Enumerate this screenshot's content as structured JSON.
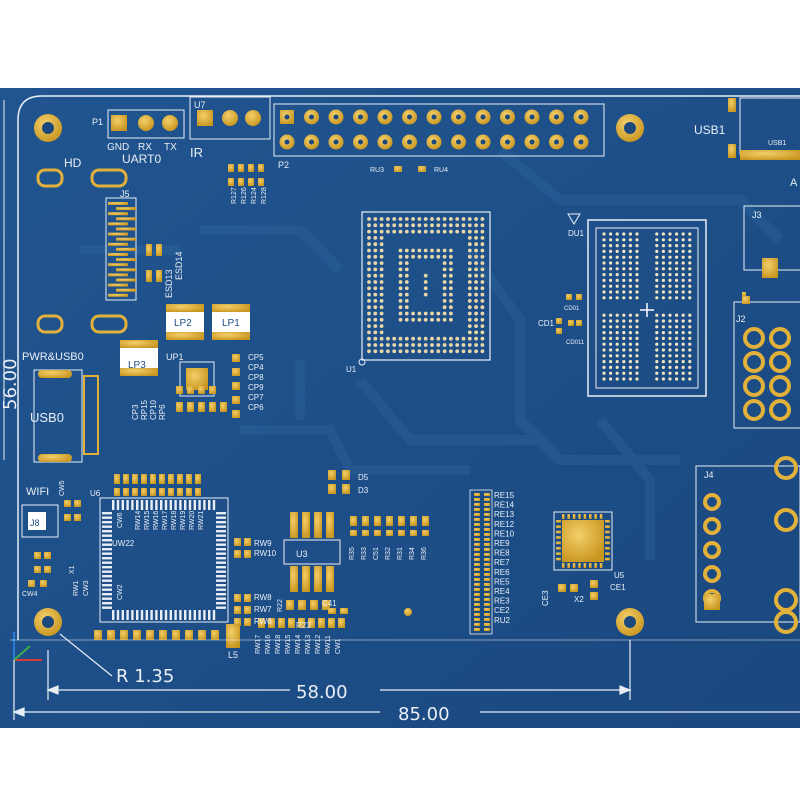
{
  "board": {
    "colors": {
      "soldermask": "#1e4f88",
      "soldermask_dark": "#173f6e",
      "trace": "#26598f",
      "gold": "#e2b13c",
      "gold_dark": "#b8881e",
      "silkscreen": "#e9eef5",
      "background": "#ffffff"
    },
    "headers": {
      "p1": {
        "ref": "P1",
        "pins": [
          "GND",
          "RX",
          "TX"
        ],
        "group": "UART0"
      },
      "u7": {
        "ref": "U7",
        "name": "IR"
      },
      "p2": {
        "ref": "P2"
      }
    },
    "connectors": {
      "hd": "HD",
      "j5": "J5",
      "pwr_usb0": "PWR&USB0",
      "usb0": "USB0",
      "wifi": "WIFI",
      "usb1": "USB1",
      "usb1_small": "USB1",
      "j3": "J3",
      "j2": "J2",
      "j4": "J4",
      "j8": "J8"
    },
    "chips": {
      "u1": "U1",
      "du1": "DU1",
      "cd1": "CD1",
      "cd01": "CD01",
      "cd011": "CD011",
      "up1": "UP1",
      "u6": "U6",
      "uw22": "UW22",
      "u3": "U3",
      "u5": "U5",
      "x2": "X2"
    },
    "inductors": {
      "lp1": "LP1",
      "lp2": "LP2",
      "lp3": "LP3",
      "l5": "L5"
    },
    "esd": [
      "ESD13",
      "ESD14"
    ],
    "rotated_labels": {
      "r12x": [
        "R127",
        "R126",
        "R124",
        "R128"
      ],
      "cp_block": [
        "CP3",
        "RP15",
        "CP10",
        "RP6"
      ],
      "rw_block": [
        "RW1",
        "CW3"
      ],
      "bottom_rw": [
        "RW17",
        "RW16",
        "RW18",
        "RW15",
        "RW14",
        "RW13",
        "RW12",
        "RW11",
        "CW1"
      ],
      "left_res": [
        "CW4",
        "CW5",
        "X1"
      ],
      "r3x": [
        "R35",
        "R33",
        "C51",
        "R32",
        "R31",
        "R34",
        "R36"
      ],
      "top_rw": [
        "RW14",
        "RW15",
        "RW16",
        "RW17",
        "RW18",
        "RW19",
        "RW20",
        "RW21"
      ],
      "u6_caps": [
        "CW6",
        "CW2"
      ],
      "ce_labels": [
        "CE3"
      ]
    },
    "side_labels": {
      "cp": [
        "CP5",
        "CP4",
        "CP8",
        "CP9",
        "CP7",
        "CP6"
      ],
      "rw_mid": [
        "RW9",
        "RW10"
      ],
      "rw_low": [
        "RW8",
        "RW7",
        "RW6"
      ],
      "rw_mid2": [
        "R22"
      ],
      "d": [
        "D5",
        "D3"
      ],
      "r23": "R23",
      "c41": "C41",
      "re": [
        "RE15",
        "RE14",
        "RE13",
        "RE12",
        "RE10",
        "RE9",
        "RE8",
        "RE7",
        "RE6",
        "RE5",
        "RE4",
        "RE3",
        "CE2",
        "RU2"
      ],
      "ce1": "CE1",
      "ru": [
        "RU3",
        "RU4"
      ],
      "a_mark": "A"
    },
    "dimensions": {
      "radius": "R 1.35",
      "inner_width": "58.00",
      "outer_width": "85.00",
      "height": "56.00"
    }
  }
}
